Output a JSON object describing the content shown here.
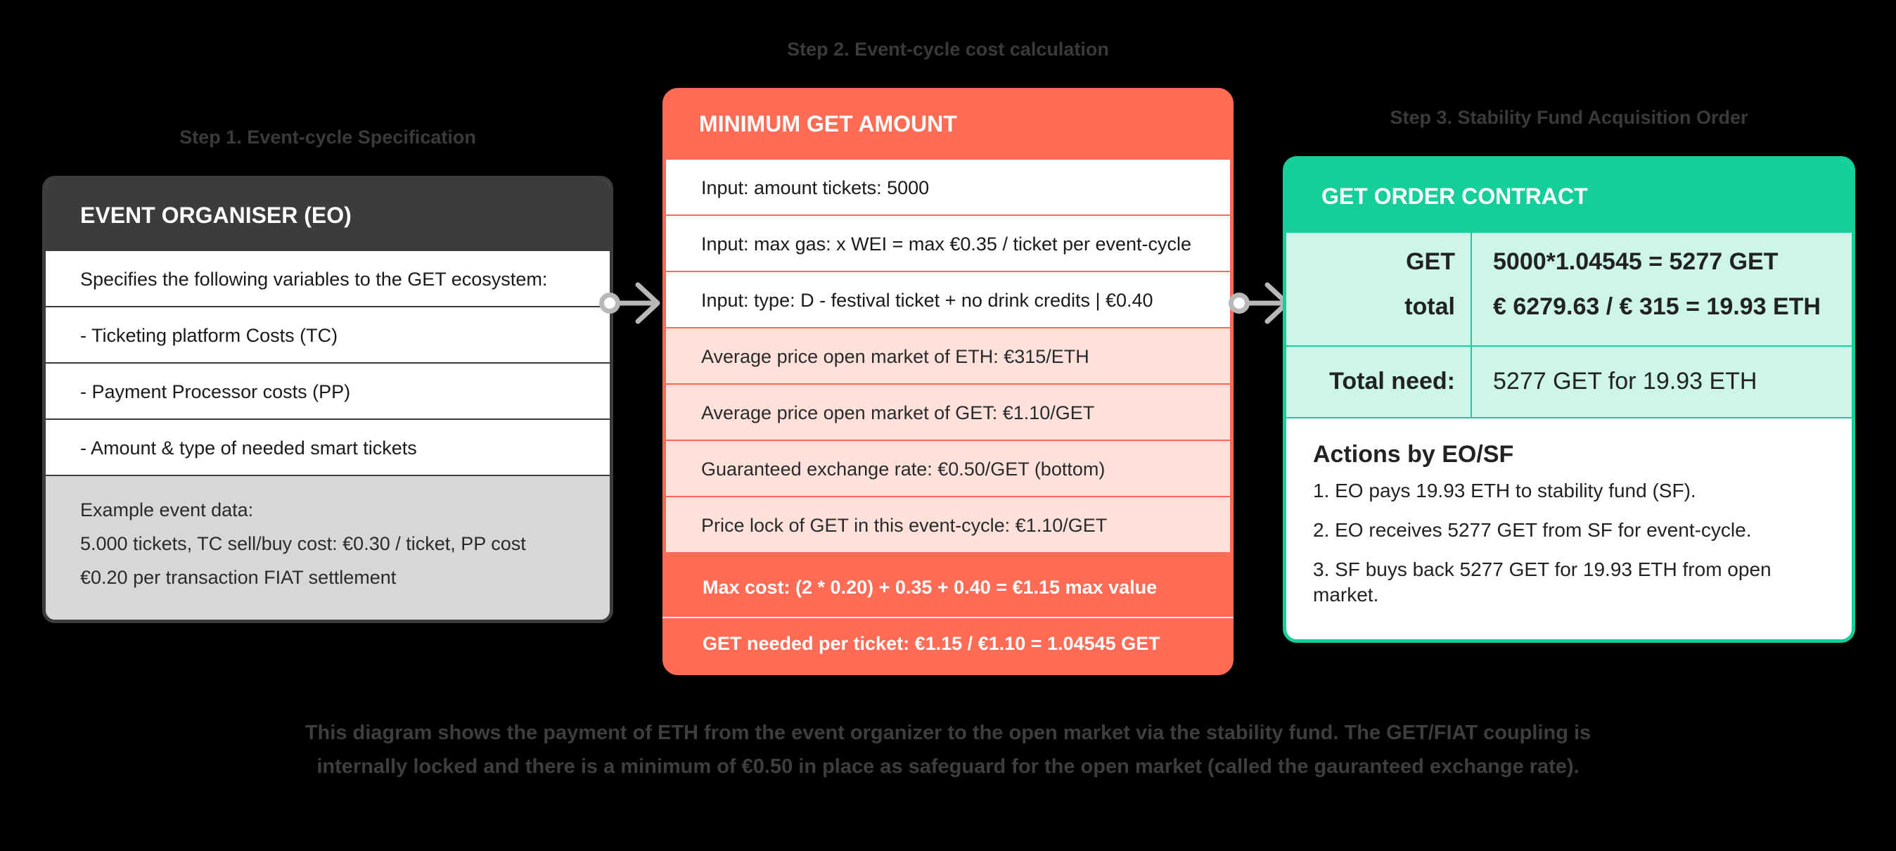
{
  "steps": {
    "step1": "Step 1. Event-cycle Specification",
    "step2": "Step 2. Event-cycle cost calculation",
    "step3": "Step 3. Stability Fund Acquisition Order"
  },
  "card1": {
    "title": "EVENT ORGANISER (EO)",
    "rows": [
      "Specifies the following variables to the GET ecosystem:",
      "- Ticketing platform Costs (TC)",
      "- Payment Processor costs (PP)",
      "- Amount & type of needed smart tickets"
    ],
    "example_lines": [
      "Example event data:",
      "5.000 tickets, TC sell/buy cost: €0.30 / ticket, PP cost",
      "€0.20 per transaction FIAT settlement"
    ]
  },
  "card2": {
    "title": "MINIMUM GET AMOUNT",
    "input_rows": [
      "Input: amount tickets: 5000",
      "Input: max gas: x WEI = max €0.35 / ticket per event-cycle",
      "Input: type: D - festival ticket + no drink credits | €0.40"
    ],
    "market_rows": [
      "Average price open market of ETH: €315/ETH",
      "Average price open market of GET: €1.10/GET",
      "Guaranteed exchange rate: €0.50/GET (bottom)",
      "Price lock of GET in this event-cycle: €1.10/GET"
    ],
    "max_cost": "Max cost: (2 * 0.20) + 0.35 + 0.40 = €1.15 max value",
    "get_needed": "GET needed per ticket: €1.15 / €1.10 = 1.04545 GET"
  },
  "card3": {
    "title": "GET ORDER CONTRACT",
    "get_label": "GET",
    "get_value": "5000*1.04545 = 5277 GET",
    "total_label": "total",
    "total_value": "€ 6279.63 / € 315 = 19.93 ETH",
    "need_label": "Total need:",
    "need_value": "5277 GET for 19.93 ETH",
    "actions_title": "Actions by EO/SF",
    "actions": [
      "1. EO pays 19.93 ETH to stability fund (SF).",
      "2. EO receives 5277 GET from SF for event-cycle.",
      "3. SF buys back 5277 GET for 19.93 ETH from open market."
    ]
  },
  "footer": {
    "line1": "This diagram shows the payment of ETH from the event organizer to the open market via the stability fund. The GET/FIAT coupling is",
    "line2": "internally locked and there is a minimum of €0.50 in place as safeguard for the open market (called the gauranteed exchange rate)."
  },
  "colors": {
    "eo_dark": "#3c3c3c",
    "eo_body": "#d7d7d7",
    "coral": "#ff6b54",
    "coral_light": "#ffe1db",
    "green": "#14cf9a",
    "green_light": "#cdf5ea"
  }
}
